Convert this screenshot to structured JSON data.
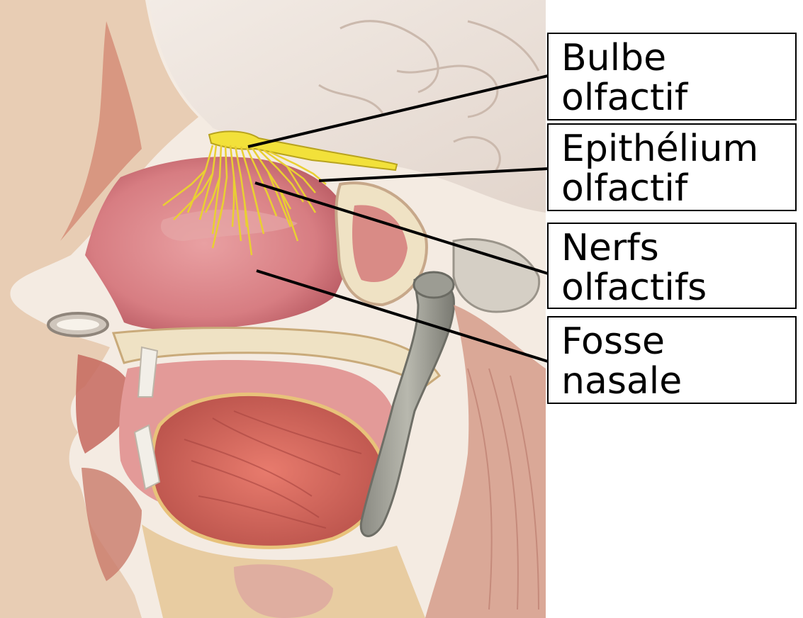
{
  "labels": [
    {
      "line1": "Bulbe",
      "line2": "olfactif"
    },
    {
      "line1": "Epithélium",
      "line2": "olfactif"
    },
    {
      "line1": "Nerfs",
      "line2": "olfactifs"
    },
    {
      "line1": "Fosse",
      "line2": "nasale"
    }
  ],
  "colors": {
    "background": "#ffffff",
    "skin": "#e8cdb4",
    "nasal_mucosa": "#dc8a8e",
    "muscle": "#c6605b",
    "nerve_yellow": "#f2e13a",
    "bone": "#efe2c4",
    "leader_line": "#000000"
  }
}
